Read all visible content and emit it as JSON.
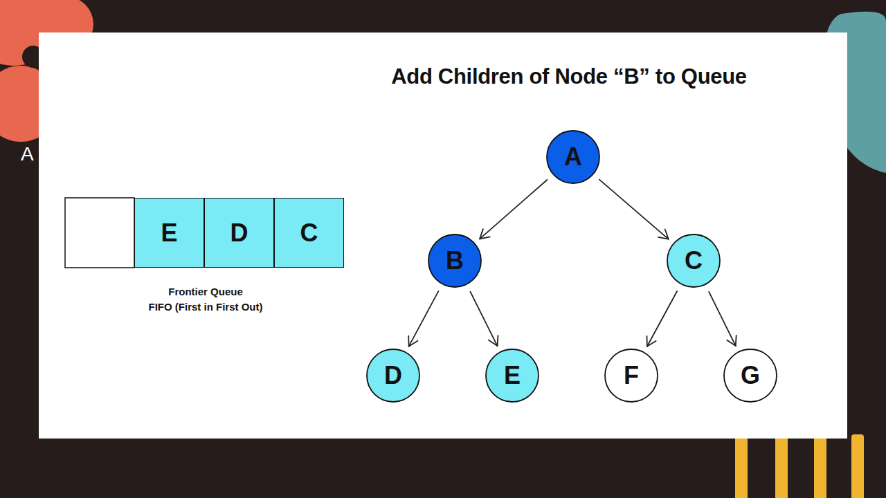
{
  "diagram": {
    "title": "Add Children of Node “B” to Queue",
    "nodes": [
      {
        "text": [
          "E"
        ]
      },
      {
        "text": [
          "D"
        ]
      },
      {
        "text": [
          "C"
        ]
      },
      {
        "text": [
          "A"
        ]
      },
      {
        "text": [
          "B"
        ]
      },
      {
        "text": [
          "C"
        ]
      },
      {
        "text": [
          "D"
        ]
      },
      {
        "text": [
          "E"
        ]
      },
      {
        "text": [
          "F"
        ]
      },
      {
        "text": [
          "G"
        ]
      }
    ],
    "edges": [
      {
        "from": 3,
        "to": 4,
        "arrow": "to"
      },
      {
        "from": 3,
        "to": 5,
        "arrow": "to"
      },
      {
        "from": 4,
        "to": 6,
        "arrow": "to"
      },
      {
        "from": 4,
        "to": 7,
        "arrow": "to"
      },
      {
        "from": 5,
        "to": 8,
        "arrow": "to"
      },
      {
        "from": 5,
        "to": 9,
        "arrow": "to"
      }
    ],
    "labels": [
      "A",
      "Frontier Queue",
      "FIFO (First in First Out)"
    ]
  }
}
